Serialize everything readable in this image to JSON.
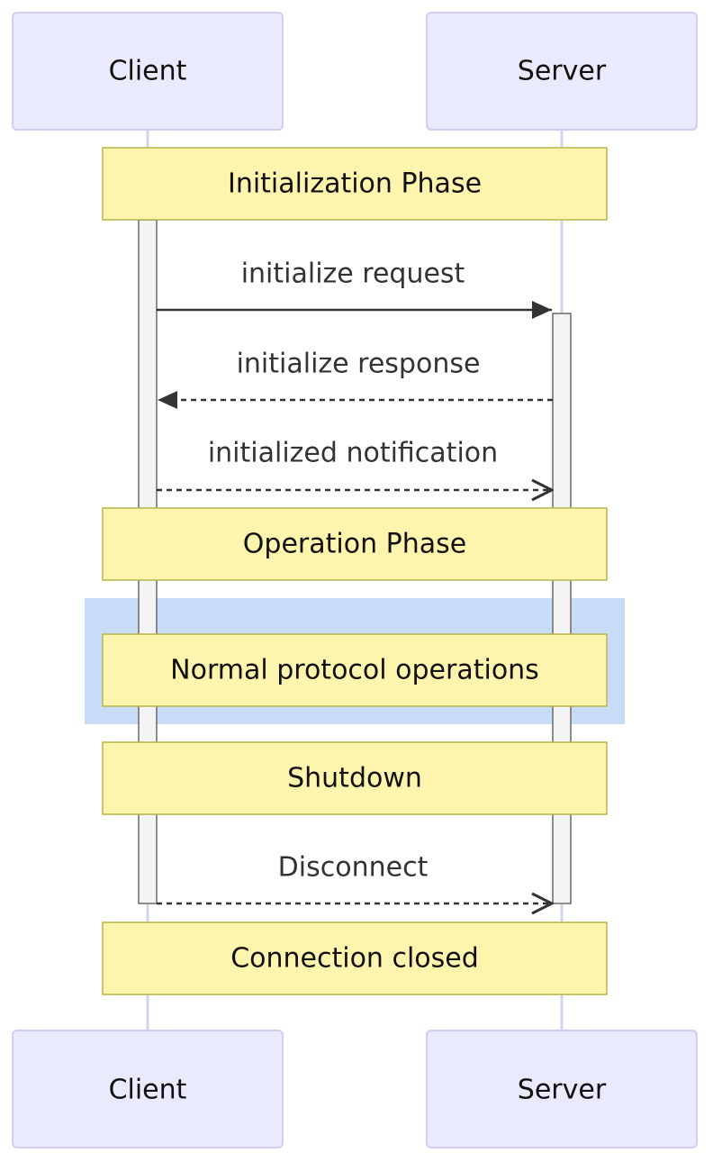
{
  "participants": {
    "client": {
      "label": "Client"
    },
    "server": {
      "label": "Server"
    }
  },
  "notes": {
    "init_phase": "Initialization Phase",
    "operation_phase": "Operation Phase",
    "normal_ops": "Normal protocol operations",
    "shutdown": "Shutdown",
    "connection_closed": "Connection closed"
  },
  "messages": {
    "init_request": "initialize request",
    "init_response": "initialize response",
    "initialized_notification": "initialized notification",
    "disconnect": "Disconnect"
  },
  "colors": {
    "actor_fill": "#eaeafd",
    "note_fill": "#fdf5ad",
    "highlight_fill": "#c8dbf7",
    "line_color": "#333333"
  }
}
